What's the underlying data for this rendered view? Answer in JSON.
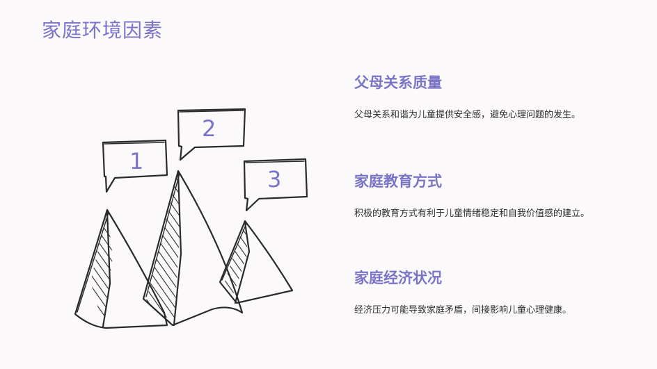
{
  "page": {
    "title": "家庭环境因素"
  },
  "accent_color": "#7a74c8",
  "callouts": [
    "1",
    "2",
    "3"
  ],
  "sections": [
    {
      "heading": "父母关系质量",
      "body": "父母关系和谐为儿童提供安全感，避免心理问题的发生。"
    },
    {
      "heading": "家庭教育方式",
      "body": "积极的教育方式有利于儿童情绪稳定和自我价值感的建立。"
    },
    {
      "heading": "家庭经济状况",
      "body": "经济压力可能导致家庭矛盾，间接影响儿童心理健康。"
    }
  ]
}
